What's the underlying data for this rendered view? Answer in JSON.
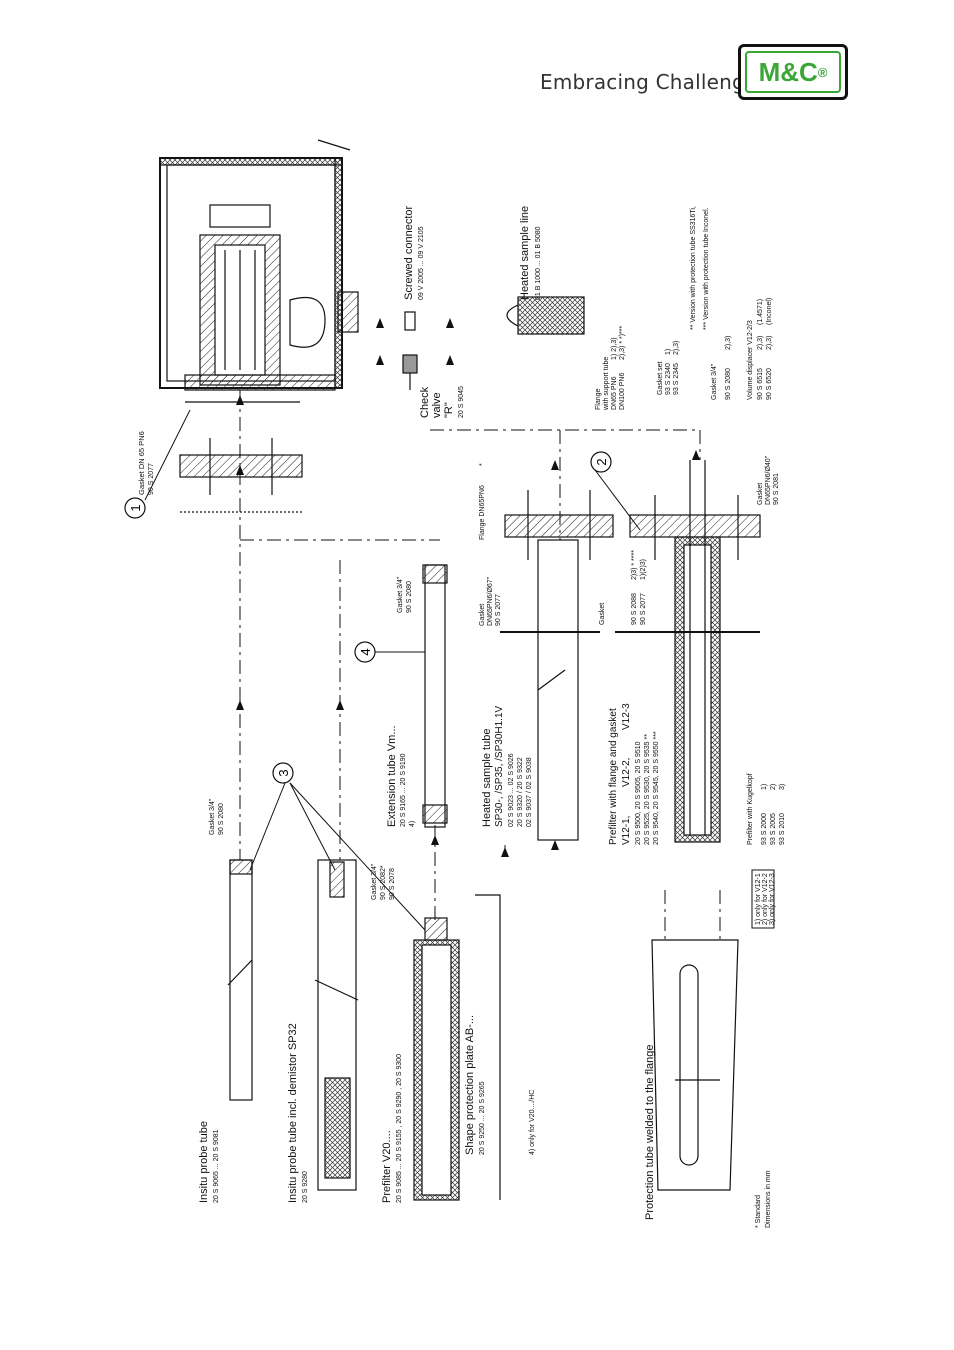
{
  "header": {
    "tagline": "Embracing Challenge",
    "logo_text": "M&C",
    "logo_mark": "®"
  },
  "callouts": [
    "1",
    "2",
    "3",
    "4"
  ],
  "labels": {
    "gasket_dn65": "Gasket DN 65 PN6",
    "gasket_dn65_pn": "90 S 2077",
    "screwed_connector": "Screwed connector",
    "screwed_connector_pn": "09 V 2005 ... 09 V 2105",
    "heated_line": "Heated sample line",
    "heated_line_pn": "01 B 1000 ... 01 B 5080",
    "check_valve_1": "Check",
    "check_valve_2": "valve",
    "check_valve_3": "\"R\"",
    "check_valve_pn": "20 S 9045",
    "flange_dn65": "Flange DN65PN6",
    "flange_star": "*",
    "gasket_dn65_2": "Gasket",
    "gasket_dn65_2b": "DN65PN6/Ø67\"",
    "gasket_dn65_2_pn": "90 S 2077",
    "gasket_34": "Gasket 3/4\"",
    "gasket_34_pn": "90 S 2080",
    "extension_tube": "Extension tube Vm...",
    "extension_tube_pn": "20 S 9165 ... 20 S 9190",
    "ext_note": "4)",
    "heated_tube_1": "Heated sample tube",
    "heated_tube_2": "SP30-, /SP35, /SP30H1.1V",
    "heated_tube_pn1": "02 S 9023 ... 02 S 9026",
    "heated_tube_pn2": "20 S 9320 / 20 S 9322",
    "heated_tube_pn3": "02 S 9037 / 02 S 9038",
    "gasket_small": "Gasket",
    "gasket_small_pn1": "90 S 2088",
    "gasket_small_pn2": "90 S 2077",
    "gasket_small_n1": "2)3) * ****",
    "gasket_small_n2": "1)(2)3)",
    "prefilter_flange": "Prefilter with flange and gasket",
    "v12": [
      "V12-1,",
      "V12-2,",
      "V12-3"
    ],
    "prefilter_pn": [
      "20 S 9500, 20 S 9505, 20 S 9510",
      "20 S 9525, 20 S 9530, 20 S 9535 **",
      "20 S 9540, 20 S 9545, 20 S 9550 ***"
    ],
    "flange_support": "Flange",
    "flange_support_2": "with support tube",
    "flange_support_pn": [
      "DN65 PN6",
      "DN100 PN6"
    ],
    "flange_support_n": [
      "1) 2),3)",
      "2),3) * *)***"
    ],
    "gasket_set": "Gasket set",
    "gasket_set_pn": [
      "93 S 2340",
      "93 S 2345"
    ],
    "gasket_set_n": [
      "1)",
      "2),3)"
    ],
    "gasket_34_b": "Gasket 3/4\"",
    "gasket_34_b_pn": "90 S 2080",
    "gasket_34_b_n": "2),3)",
    "vol_displacer": "Volume displacer V12-2/3",
    "vol_displacer_pn": [
      "90 S 6515",
      "90 S 6520"
    ],
    "vol_displacer_n": [
      "2),3)",
      "2),3)"
    ],
    "vol_displacer_m": [
      "(1.4571)",
      "(Inconel)"
    ],
    "gasket_dn65_3": "Gasket",
    "gasket_dn65_3b": "DN65PN6/Ø40\"",
    "gasket_dn65_3_pn": "90 S 2081",
    "prefilter_kugel": "Prefilter with Kugelkopf",
    "prefilter_kugel_pn": [
      "93 S 2000",
      "93 S 2005",
      "93 S 2010"
    ],
    "prefilter_kugel_n": [
      "1)",
      "2)",
      "3)"
    ],
    "notes_ss": "** Version with protection tube SS316Ti,",
    "notes_inc": "*** Version with protection tube Inconel.",
    "only_v12": [
      "1) only for V12-1",
      "2) only for V12-2",
      "3) only for V12-3"
    ],
    "insitu": "Insitu probe tube",
    "insitu_pn": "20 S 9065 ... 20 S 9081",
    "gasket_34_c": "Gasket 3/4\"",
    "gasket_34_c_pn": "90 S 2080",
    "insitu_dem": "Insitu probe tube incl. demistor SP32",
    "insitu_dem_pn": "20 S 9280",
    "prefilter_v20": "Prefilter V20....",
    "prefilter_v20_pn": "20 S 9085 ... 20 S 9155 , 20 S 9290 , 20 S 9300",
    "gasket_34_d": "Gasket 3/4\"",
    "gasket_34_d_pn1": "90 S 2082*",
    "gasket_34_d_pn2": "90 S 2078",
    "shape_plate": "Shape protection plate AB-...",
    "shape_plate_pn": "20 S 9250 ... 20 S 9265",
    "note4": "4) only for V20..../HC",
    "protection_tube": "Protection tube welded to the flange",
    "standard": "* Standard",
    "dimensions": "Dimensions in mm"
  }
}
